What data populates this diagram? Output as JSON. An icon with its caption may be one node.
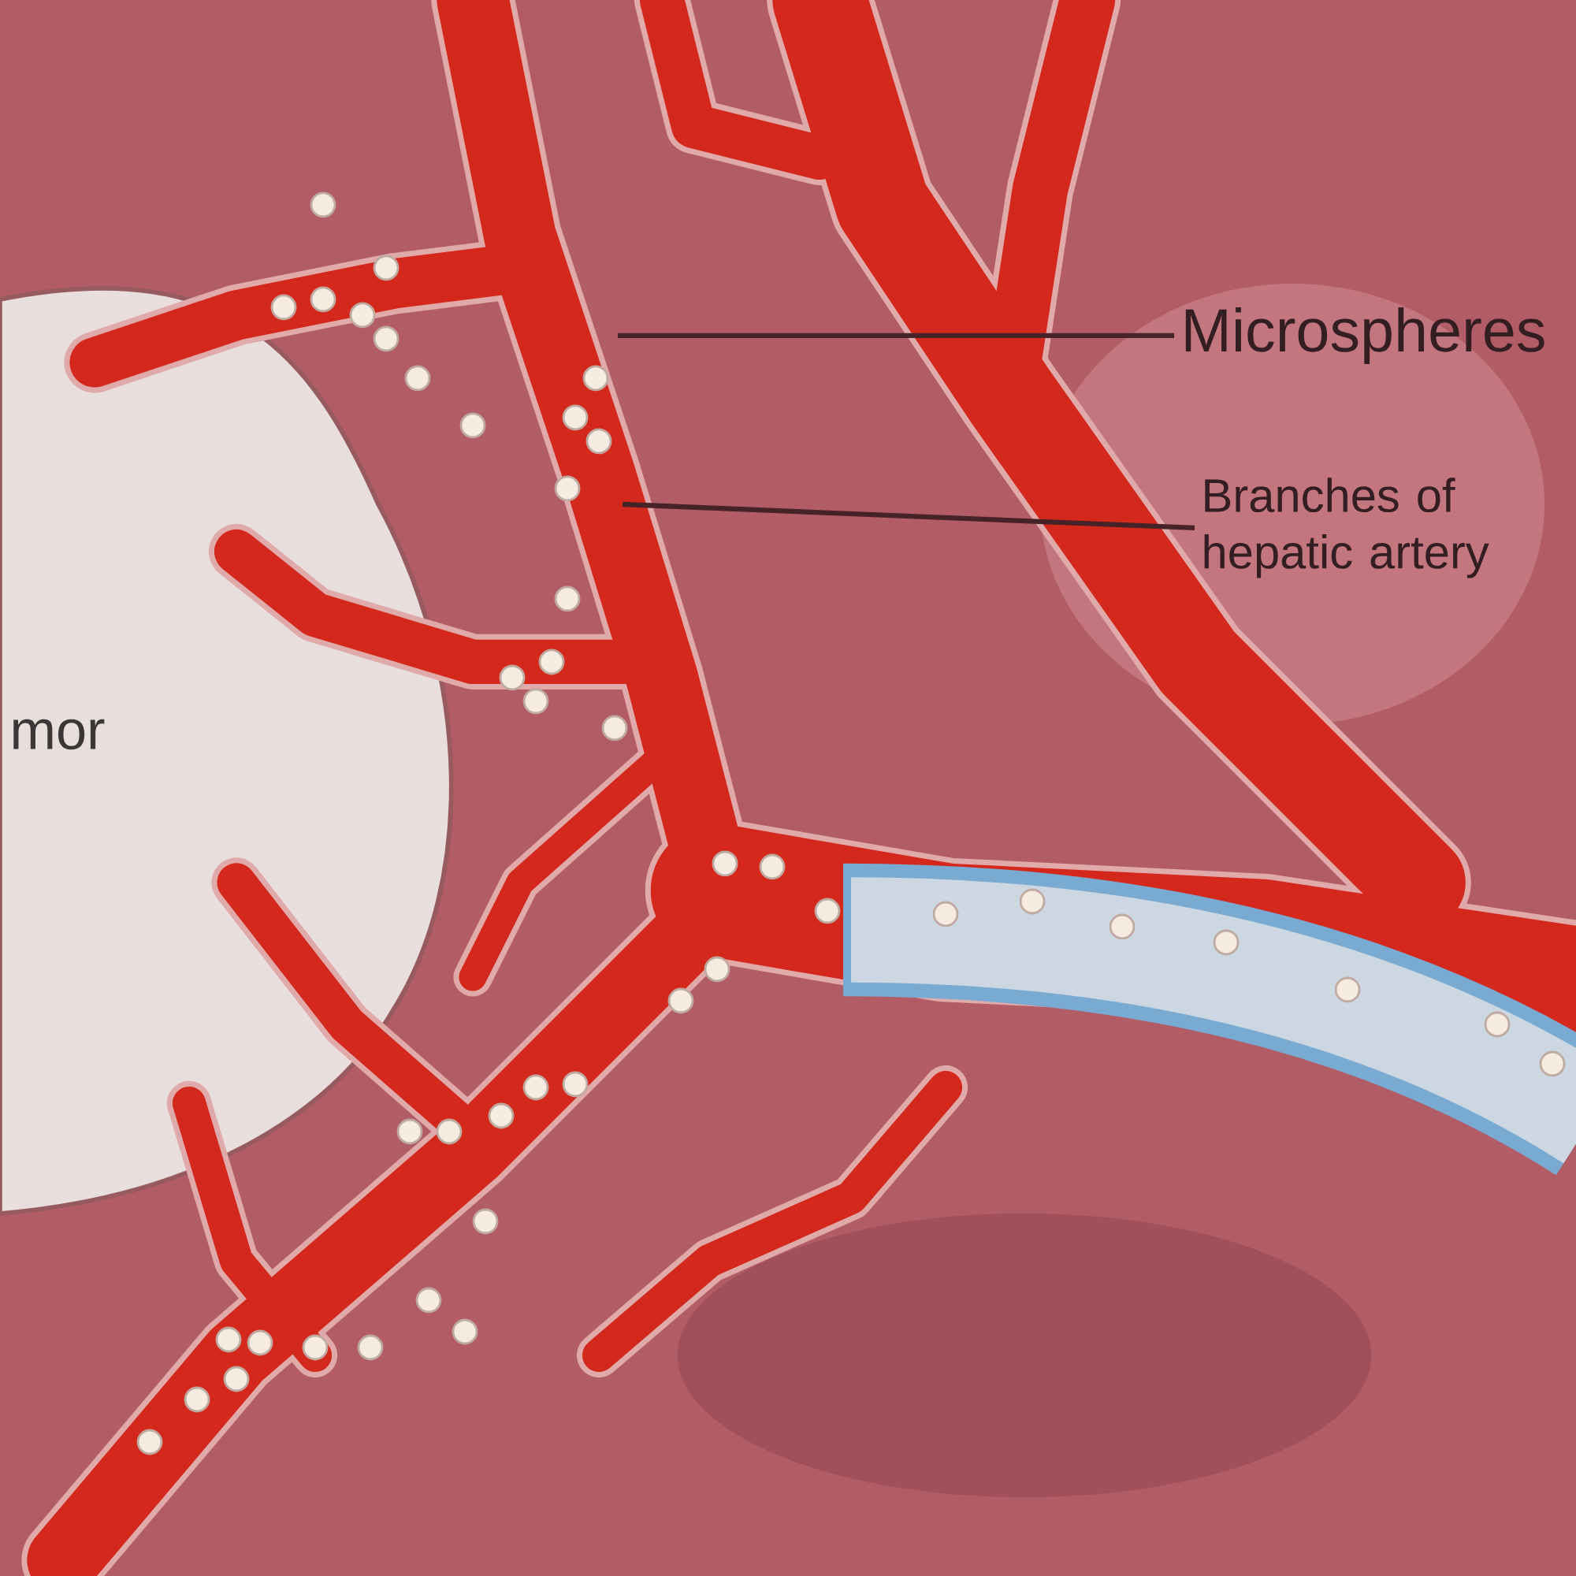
{
  "diagram": {
    "nodes": [
      {
        "text": [
          "Microspheres"
        ]
      },
      {
        "text": [
          "Branches of hepatic artery"
        ]
      }
    ],
    "edges": [
      {
        "from": 0,
        "to": null,
        "arrow": "none"
      },
      {
        "from": 1,
        "to": null,
        "arrow": "none"
      }
    ],
    "labels": [
      "mor"
    ]
  }
}
